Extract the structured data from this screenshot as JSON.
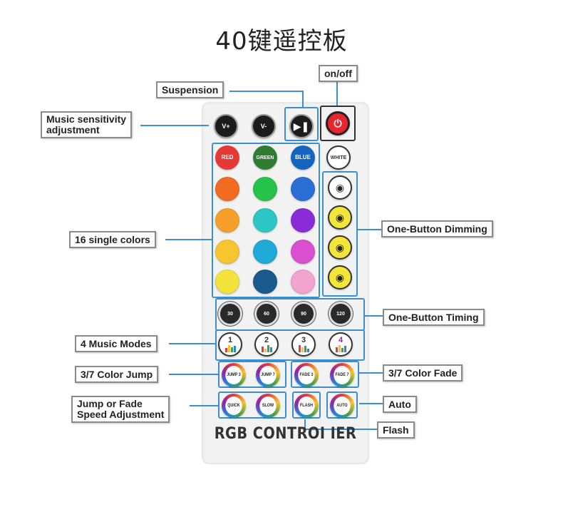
{
  "title": "40键遥控板",
  "brand": "RGB CONTROI IER",
  "labels": {
    "onoff": "on/off",
    "suspension": "Suspension",
    "music_sensitivity": "Music sensitivity\nadjustment",
    "single_colors": "16 single colors",
    "dimming": "One-Button Dimming",
    "timing": "One-Button Timing",
    "music_modes": "4 Music Modes",
    "color_jump": "3/7 Color Jump",
    "color_fade": "3/7 Color Fade",
    "speed": "Jump or Fade\nSpeed Adjustment",
    "auto": "Auto",
    "flash": "Flash"
  },
  "buttons": {
    "v_plus": "V+",
    "v_minus": "V-",
    "red": "RED",
    "green": "GREEN",
    "blue": "BLUE",
    "white": "WHITE",
    "timers": [
      "30",
      "60",
      "90",
      "120"
    ],
    "music": [
      "1",
      "2",
      "3",
      "4"
    ],
    "jump3": "JUMP 3",
    "jump7": "JUMP 7",
    "fade3": "FADE 3",
    "fade7": "FADE 7",
    "quick": "QUICK",
    "slow": "SLOW",
    "flash": "FLASH",
    "auto": "AUTO"
  },
  "colors": {
    "red": "#e53935",
    "green": "#2e7d32",
    "blue": "#1565c0",
    "accent_line": "#3b8fd0",
    "grid": [
      [
        "#f26b21",
        "#26c34a",
        "#2a6fd6"
      ],
      [
        "#f6a02b",
        "#2cc7c4",
        "#8a2bd8"
      ],
      [
        "#f7c52f",
        "#1fa9d6",
        "#d94fcf"
      ],
      [
        "#f4e33a",
        "#1a5a8c",
        "#f2a3cf"
      ]
    ]
  },
  "icons": {
    "play_pause": "play-pause-icon",
    "power": "power-icon",
    "bulb": "bulb-icon",
    "music_bars": "equalizer-icon"
  }
}
